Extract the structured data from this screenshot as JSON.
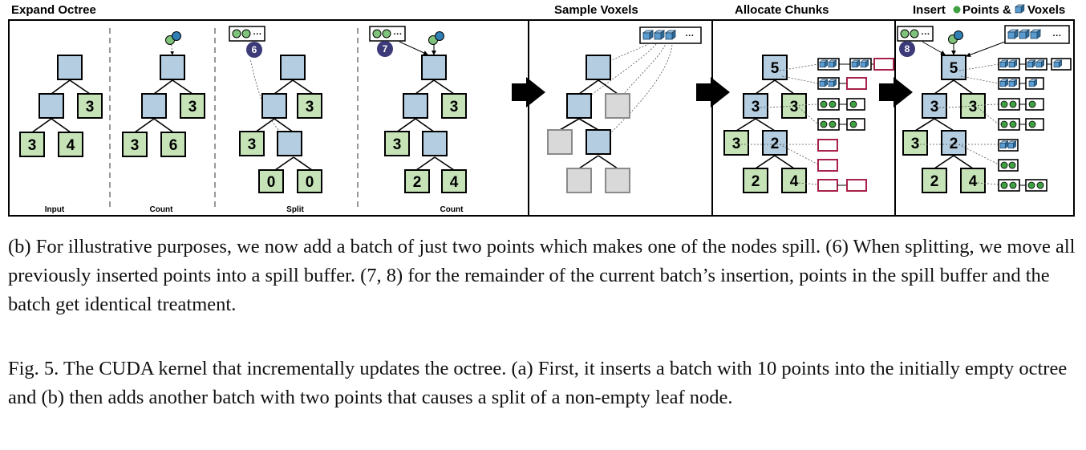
{
  "headers": {
    "expand_octree": "Expand Octree",
    "sample_voxels": "Sample Voxels",
    "allocate_chunks": "Allocate Chunks",
    "insert_prefix": "Insert",
    "insert_points": "Points &",
    "insert_voxels": "Voxels"
  },
  "subcaptions": [
    "Input",
    "Count",
    "Split",
    "Count"
  ],
  "ellipsis": "···",
  "badges": {
    "six": "6",
    "seven": "7",
    "eight": "8"
  },
  "panels": {
    "input": {
      "left": "3",
      "mid": "4",
      "right": "3"
    },
    "count1": {
      "left": "3",
      "mid": "6",
      "right": "3"
    },
    "split": {
      "right": "3",
      "left": "3",
      "c1": "0",
      "c2": "0"
    },
    "count2": {
      "right": "3",
      "left": "3",
      "c1": "2",
      "c2": "4"
    },
    "alloc": {
      "root": "5",
      "l1a": "3",
      "l1b": "3",
      "l2a": "3",
      "l2b": "2",
      "l3a": "2",
      "l3b": "4"
    },
    "insert": {
      "root": "5",
      "l1a": "3",
      "l1b": "3",
      "l2a": "3",
      "l2b": "2",
      "l3a": "2",
      "l3b": "4"
    }
  },
  "caption_b": "(b) For illustrative purposes, we now add a batch of just two points which makes one of the nodes spill. (6) When splitting, we move all previously inserted points into a spill buffer. (7, 8) for the remainder of the current batch’s insertion, points in the spill buffer and the batch get identical treatment.",
  "caption_fig": "Fig. 5.  The CUDA kernel that incrementally updates the octree. (a) First, it inserts a batch with 10 points into the initially empty octree and (b) then adds another batch with two points that causes a split of a non-empty leaf node.",
  "colors": {
    "node_blue": "#b4cde0",
    "node_green": "#c6e3b8",
    "point_green": "#3fa142",
    "voxel_blue": "#2f7fb5",
    "badge_purple": "#3d3a7a",
    "empty_chunk": "#a8214a"
  }
}
